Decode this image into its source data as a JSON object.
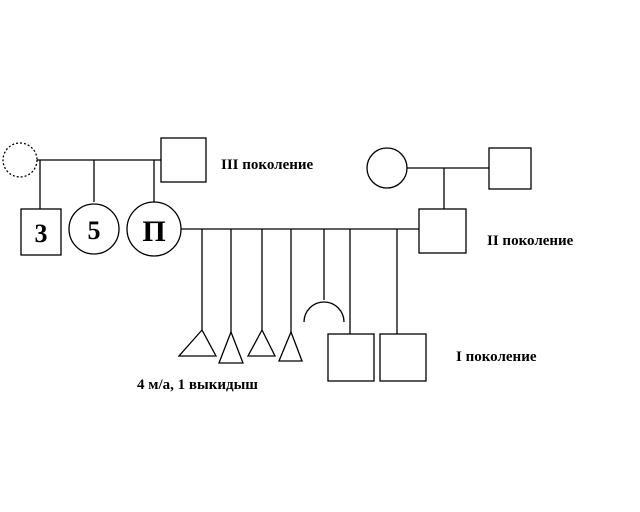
{
  "labels": {
    "generation_3": "III поколение",
    "generation_2": "II поколение",
    "generation_1": "I поколение",
    "losses_note": "4 м/а, 1 выкидыш"
  },
  "marks": {
    "brother_number": "3",
    "sister_number": "5",
    "proband": "П"
  },
  "colors": {
    "line": "#000000",
    "background": "#ffffff"
  }
}
